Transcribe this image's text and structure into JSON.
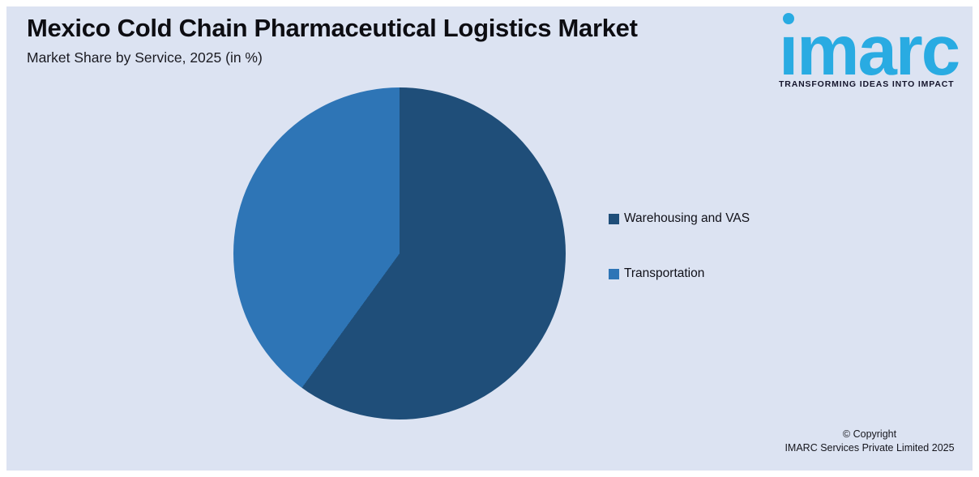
{
  "chart_data": {
    "type": "pie",
    "title": "Mexico Cold Chain Pharmaceutical Logistics Market",
    "subtitle": "Market Share by Service, 2025 (in %)",
    "unit": "%",
    "slices": [
      {
        "label": "Warehousing and VAS",
        "value": 60,
        "color": "#1F4E79"
      },
      {
        "label": "Transportation",
        "value": 40,
        "color": "#2E75B6"
      }
    ],
    "start_angle_deg": 0,
    "direction": "clockwise",
    "legend_position": "right",
    "data_labels_shown": false
  },
  "logo": {
    "wordmark": "imarc",
    "tagline": "TRANSFORMING IDEAS INTO IMPACT",
    "brand_color": "#29ABE2"
  },
  "footer": {
    "copyright_line1": "© Copyright",
    "copyright_line2": "IMARC Services Private Limited 2025"
  },
  "colors": {
    "panel_background": "#DCE3F2",
    "frame": "#FFFFFF",
    "title_text": "#0D0D12"
  }
}
